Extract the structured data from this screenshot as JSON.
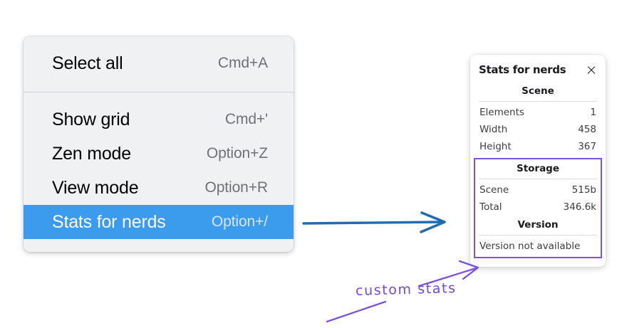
{
  "context_menu": {
    "groups": [
      {
        "items": [
          {
            "label": "Select all",
            "shortcut": "Cmd+A",
            "selected": false
          }
        ]
      },
      {
        "items": [
          {
            "label": "Show grid",
            "shortcut": "Cmd+'",
            "selected": false
          },
          {
            "label": "Zen mode",
            "shortcut": "Option+Z",
            "selected": false
          },
          {
            "label": "View mode",
            "shortcut": "Option+R",
            "selected": false
          },
          {
            "label": "Stats for nerds",
            "shortcut": "Option+/",
            "selected": true
          }
        ]
      }
    ]
  },
  "stats_panel": {
    "title": "Stats for nerds",
    "close_icon": "close-icon",
    "scene": {
      "header": "Scene",
      "rows": [
        {
          "key": "Elements",
          "value": "1"
        },
        {
          "key": "Width",
          "value": "458"
        },
        {
          "key": "Height",
          "value": "367"
        }
      ]
    },
    "storage": {
      "header": "Storage",
      "rows": [
        {
          "key": "Scene",
          "value": "515b"
        },
        {
          "key": "Total",
          "value": "346.6k"
        }
      ]
    },
    "version": {
      "header": "Version",
      "text": "Version not available"
    }
  },
  "annotations": {
    "handwritten_label": "custom stats",
    "arrow_blue_color": "#1f6cb0",
    "arrow_purple_color": "#7b52d9",
    "highlight_border_color": "#7b52d9"
  },
  "colors": {
    "menu_background": "#f0f1f2",
    "menu_selected": "#3b9bec",
    "menu_shortcut_text": "#6e7277",
    "card_background": "#ffffff",
    "page_background": "#ffffff"
  }
}
